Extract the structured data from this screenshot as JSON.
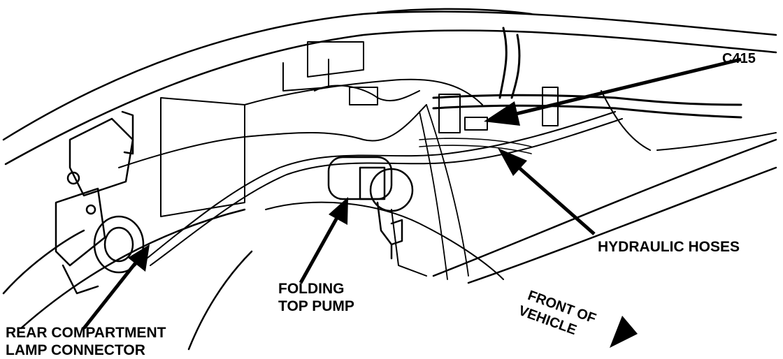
{
  "labels": {
    "c415": "C415",
    "hydraulic_hoses": "HYDRAULIC HOSES",
    "pump_line1": "FOLDING",
    "pump_line2": "TOP PUMP",
    "lamp_line1": "REAR COMPARTMENT",
    "lamp_line2": "LAMP CONNECTOR",
    "front_line1": "FRONT OF",
    "front_line2": "VEHICLE"
  },
  "colors": {
    "ink": "#000000",
    "paper": "#ffffff"
  }
}
